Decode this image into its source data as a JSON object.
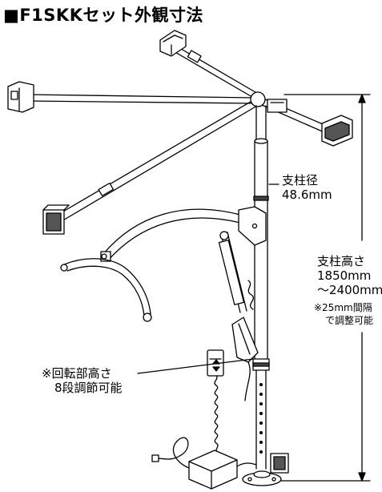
{
  "title": "■F1SKKセット外観寸法",
  "labels": {
    "pole_diameter_line1": "支柱径",
    "pole_diameter_line2": "48.6mm",
    "pole_height_line1": "支柱高さ",
    "pole_height_line2": "1850mm",
    "pole_height_line3": "～2400mm",
    "note_line1": "※25mm間隔",
    "note_line2": "で調整可能",
    "pivot_line1": "※回転部高さ",
    "pivot_line2": "8段調節可能"
  }
}
